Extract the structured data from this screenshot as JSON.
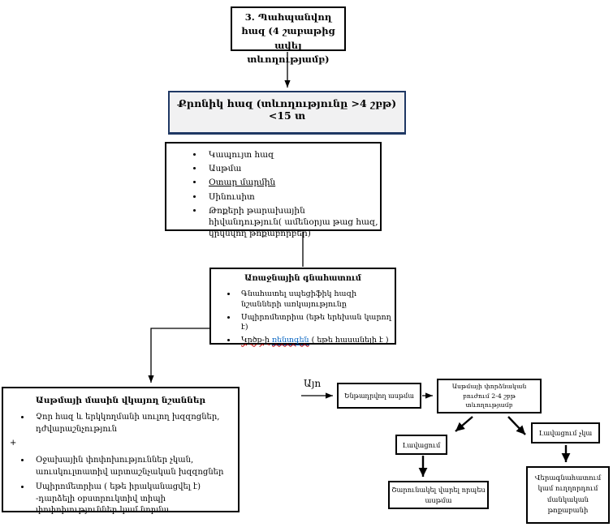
{
  "colors": {
    "box_border": "#000000",
    "chronic_border": "#1f3864",
    "chronic_fill": "#f1f1f2",
    "spellcheck_red": "#c00000",
    "link_blue": "#0563c1"
  },
  "persistent_cough_box": {
    "text": "3. Պահպանվող հազ (4 շաբաթից ավել տևողությամբ)"
  },
  "chronic_cough_box": {
    "text": "Քրոնիկ հազ (տևողությունը >4 շբթ) <15 տ"
  },
  "causes_box": {
    "items": [
      "Կապույտ հազ",
      "Ասթմա",
      "Օտար մարմին",
      "Սինուսիտ",
      "Թոքերի թարախային հիվանդություն( ամենօրյա թաց հազ, կրկնվող թոքաբորբեր)"
    ]
  },
  "assessment_box": {
    "title": "Առաջնային գնահատում",
    "items": [
      "Գնահատել սպեցիֆիկ հազի նշանների առկայությունը",
      "Սպիրոմետրիա (եթե երեխան կարող է)"
    ],
    "xray_item": {
      "word1": "Կրծք-ի",
      "word2": "ռենտգեն",
      "rest": "( եթե հասանելի է )"
    }
  },
  "asthma_signs_box": {
    "title": "Ասթմայի մասին վկայող նշաններ",
    "bullet1": "Չոր հազ և երկկողմանի սուլող խզզոցներ, դժվարաշնչություն",
    "plus": "+",
    "bullet2": "Օջախային փոփոխություններ չկան, աուսկուլտատիվ արտաշնչական խզզոցներ",
    "bullet3": "Սպիրոմետրիա ( եթե իրականացվել է) -դարձելի օբստրուկտիվ տիպի փոփոխություններ կամ նորմա"
  },
  "yes_label": "Այո",
  "suspected_asthma_box": "Ենթադրվող ասթմա",
  "trial_box": "Ասթմայի փորձնական բուժում 2-4 շբթ տևողությամբ",
  "improvement_box": "Լավացում",
  "no_improvement_box": "Լավացում չկա",
  "continue_box": "Շարունակել վարել որպես ասթմա",
  "referral_box": "Վերագնահատում կամ ուղղորդում մանկական թոքաբանի"
}
